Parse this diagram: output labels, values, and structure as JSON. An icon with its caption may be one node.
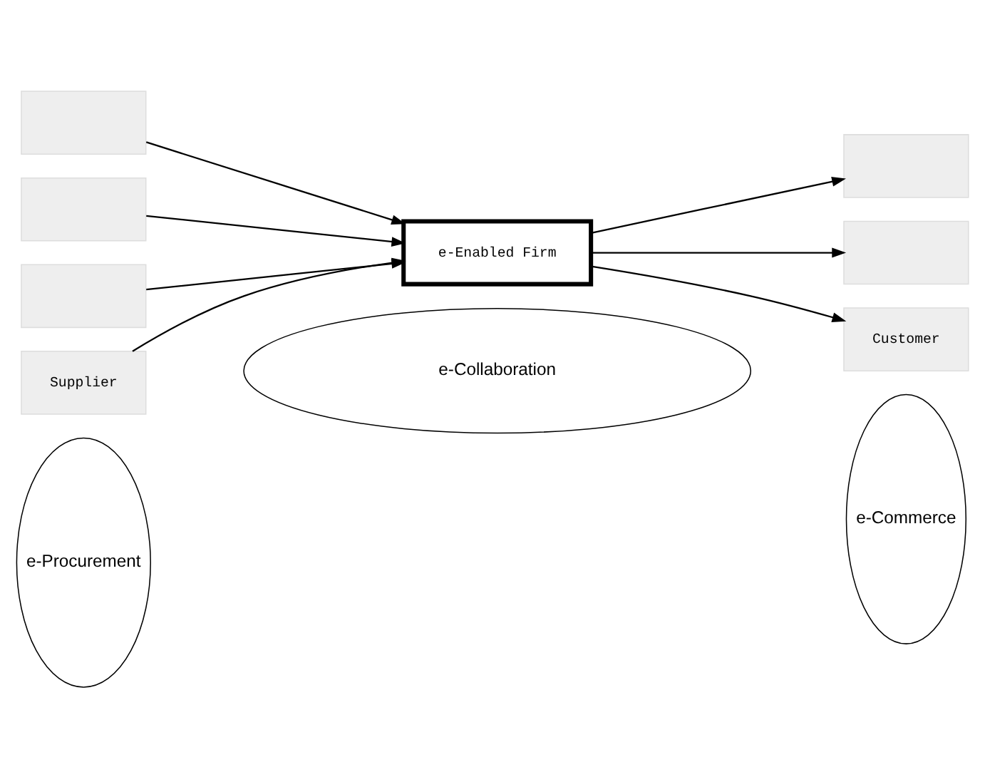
{
  "diagram": {
    "nodes": [
      {
        "text": [
          "e-Procurement"
        ]
      },
      {
        "text": [
          "e-Commerce"
        ]
      },
      {
        "text": [
          "e-Collaboration"
        ]
      },
      {
        "text": [],
        "shape": "box"
      },
      {
        "text": [],
        "shape": "box"
      },
      {
        "text": [],
        "shape": "box"
      },
      {
        "text": [
          "Supplier"
        ]
      },
      {
        "text": [
          "e-Enabled Firm"
        ]
      },
      {
        "text": [],
        "shape": "box"
      },
      {
        "text": [],
        "shape": "box"
      },
      {
        "text": [
          "Customer"
        ]
      }
    ],
    "edges": [
      {
        "from": 3,
        "to": 7,
        "arrow": "to"
      },
      {
        "from": 4,
        "to": 7,
        "arrow": "to"
      },
      {
        "from": 5,
        "to": 7,
        "arrow": "to"
      },
      {
        "from": 6,
        "to": 7,
        "arrow": "to"
      },
      {
        "from": 7,
        "to": 8,
        "arrow": "to"
      },
      {
        "from": 7,
        "to": 9,
        "arrow": "to"
      },
      {
        "from": 7,
        "to": 10,
        "arrow": "to"
      }
    ]
  }
}
